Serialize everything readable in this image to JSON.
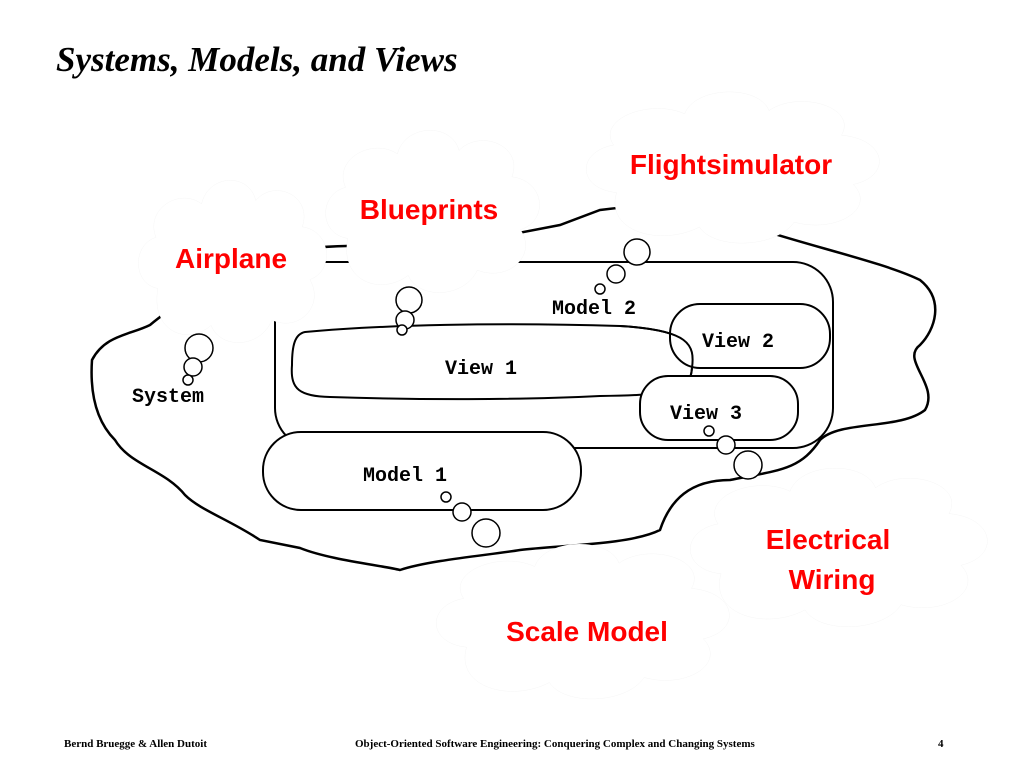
{
  "slide": {
    "title": "Systems, Models, and Views",
    "accent_color": "#ff0000"
  },
  "diagram": {
    "system_label": "System",
    "models": [
      {
        "id": "model-1",
        "label": "Model 1"
      },
      {
        "id": "model-2",
        "label": "Model 2"
      }
    ],
    "views": [
      {
        "id": "view-1",
        "label": "View 1"
      },
      {
        "id": "view-2",
        "label": "View 2"
      },
      {
        "id": "view-3",
        "label": "View 3"
      }
    ],
    "clouds": {
      "airplane": {
        "lines": [
          "Airplane"
        ]
      },
      "blueprints": {
        "lines": [
          "Blueprints"
        ]
      },
      "flightsimulator": {
        "lines": [
          "Flightsimulator"
        ]
      },
      "electrical_wiring": {
        "lines": [
          "Electrical",
          "Wiring"
        ]
      },
      "scale_model": {
        "lines": [
          "Scale Model"
        ]
      }
    }
  },
  "footer": {
    "authors": "Bernd Bruegge & Allen Dutoit",
    "course": "Object-Oriented Software Engineering: Conquering Complex and Changing Systems",
    "page_number": "4"
  }
}
